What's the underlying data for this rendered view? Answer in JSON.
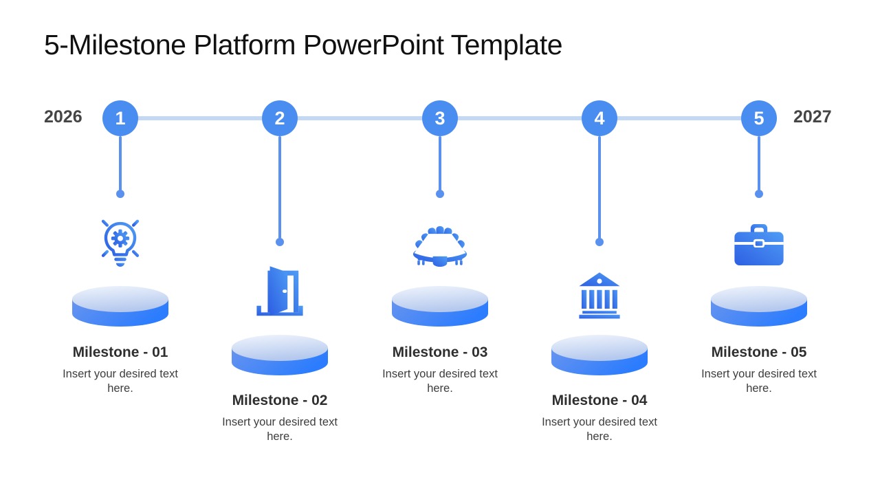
{
  "slide": {
    "title": "5-Milestone Platform PowerPoint Template",
    "year_start": "2026",
    "year_end": "2027"
  },
  "milestones": [
    {
      "number": "1",
      "title": "Milestone - 01",
      "description": "Insert your desired text here.",
      "icon": "idea-bulb-gear-icon"
    },
    {
      "number": "2",
      "title": "Milestone - 02",
      "description": "Insert your desired text here.",
      "icon": "open-door-icon"
    },
    {
      "number": "3",
      "title": "Milestone - 03",
      "description": "Insert your desired text here.",
      "icon": "meeting-table-icon"
    },
    {
      "number": "4",
      "title": "Milestone - 04",
      "description": "Insert your desired text here.",
      "icon": "bank-building-icon"
    },
    {
      "number": "5",
      "title": "Milestone - 05",
      "description": "Insert your desired text here.",
      "icon": "briefcase-icon"
    }
  ],
  "colors": {
    "badge_blue": "#4a8df0",
    "timeline_light_blue": "#c3d8f5",
    "stem_blue": "#5b91ee",
    "icon_gradient_start": "#2d5fe3",
    "icon_gradient_end": "#4f9cf5",
    "platform_side_start": "#6794ef",
    "platform_side_end": "#2b7cfe",
    "platform_top_start": "#f0f5fd",
    "platform_top_end": "#b5c9ee",
    "text_dark": "#2f2f2f"
  }
}
